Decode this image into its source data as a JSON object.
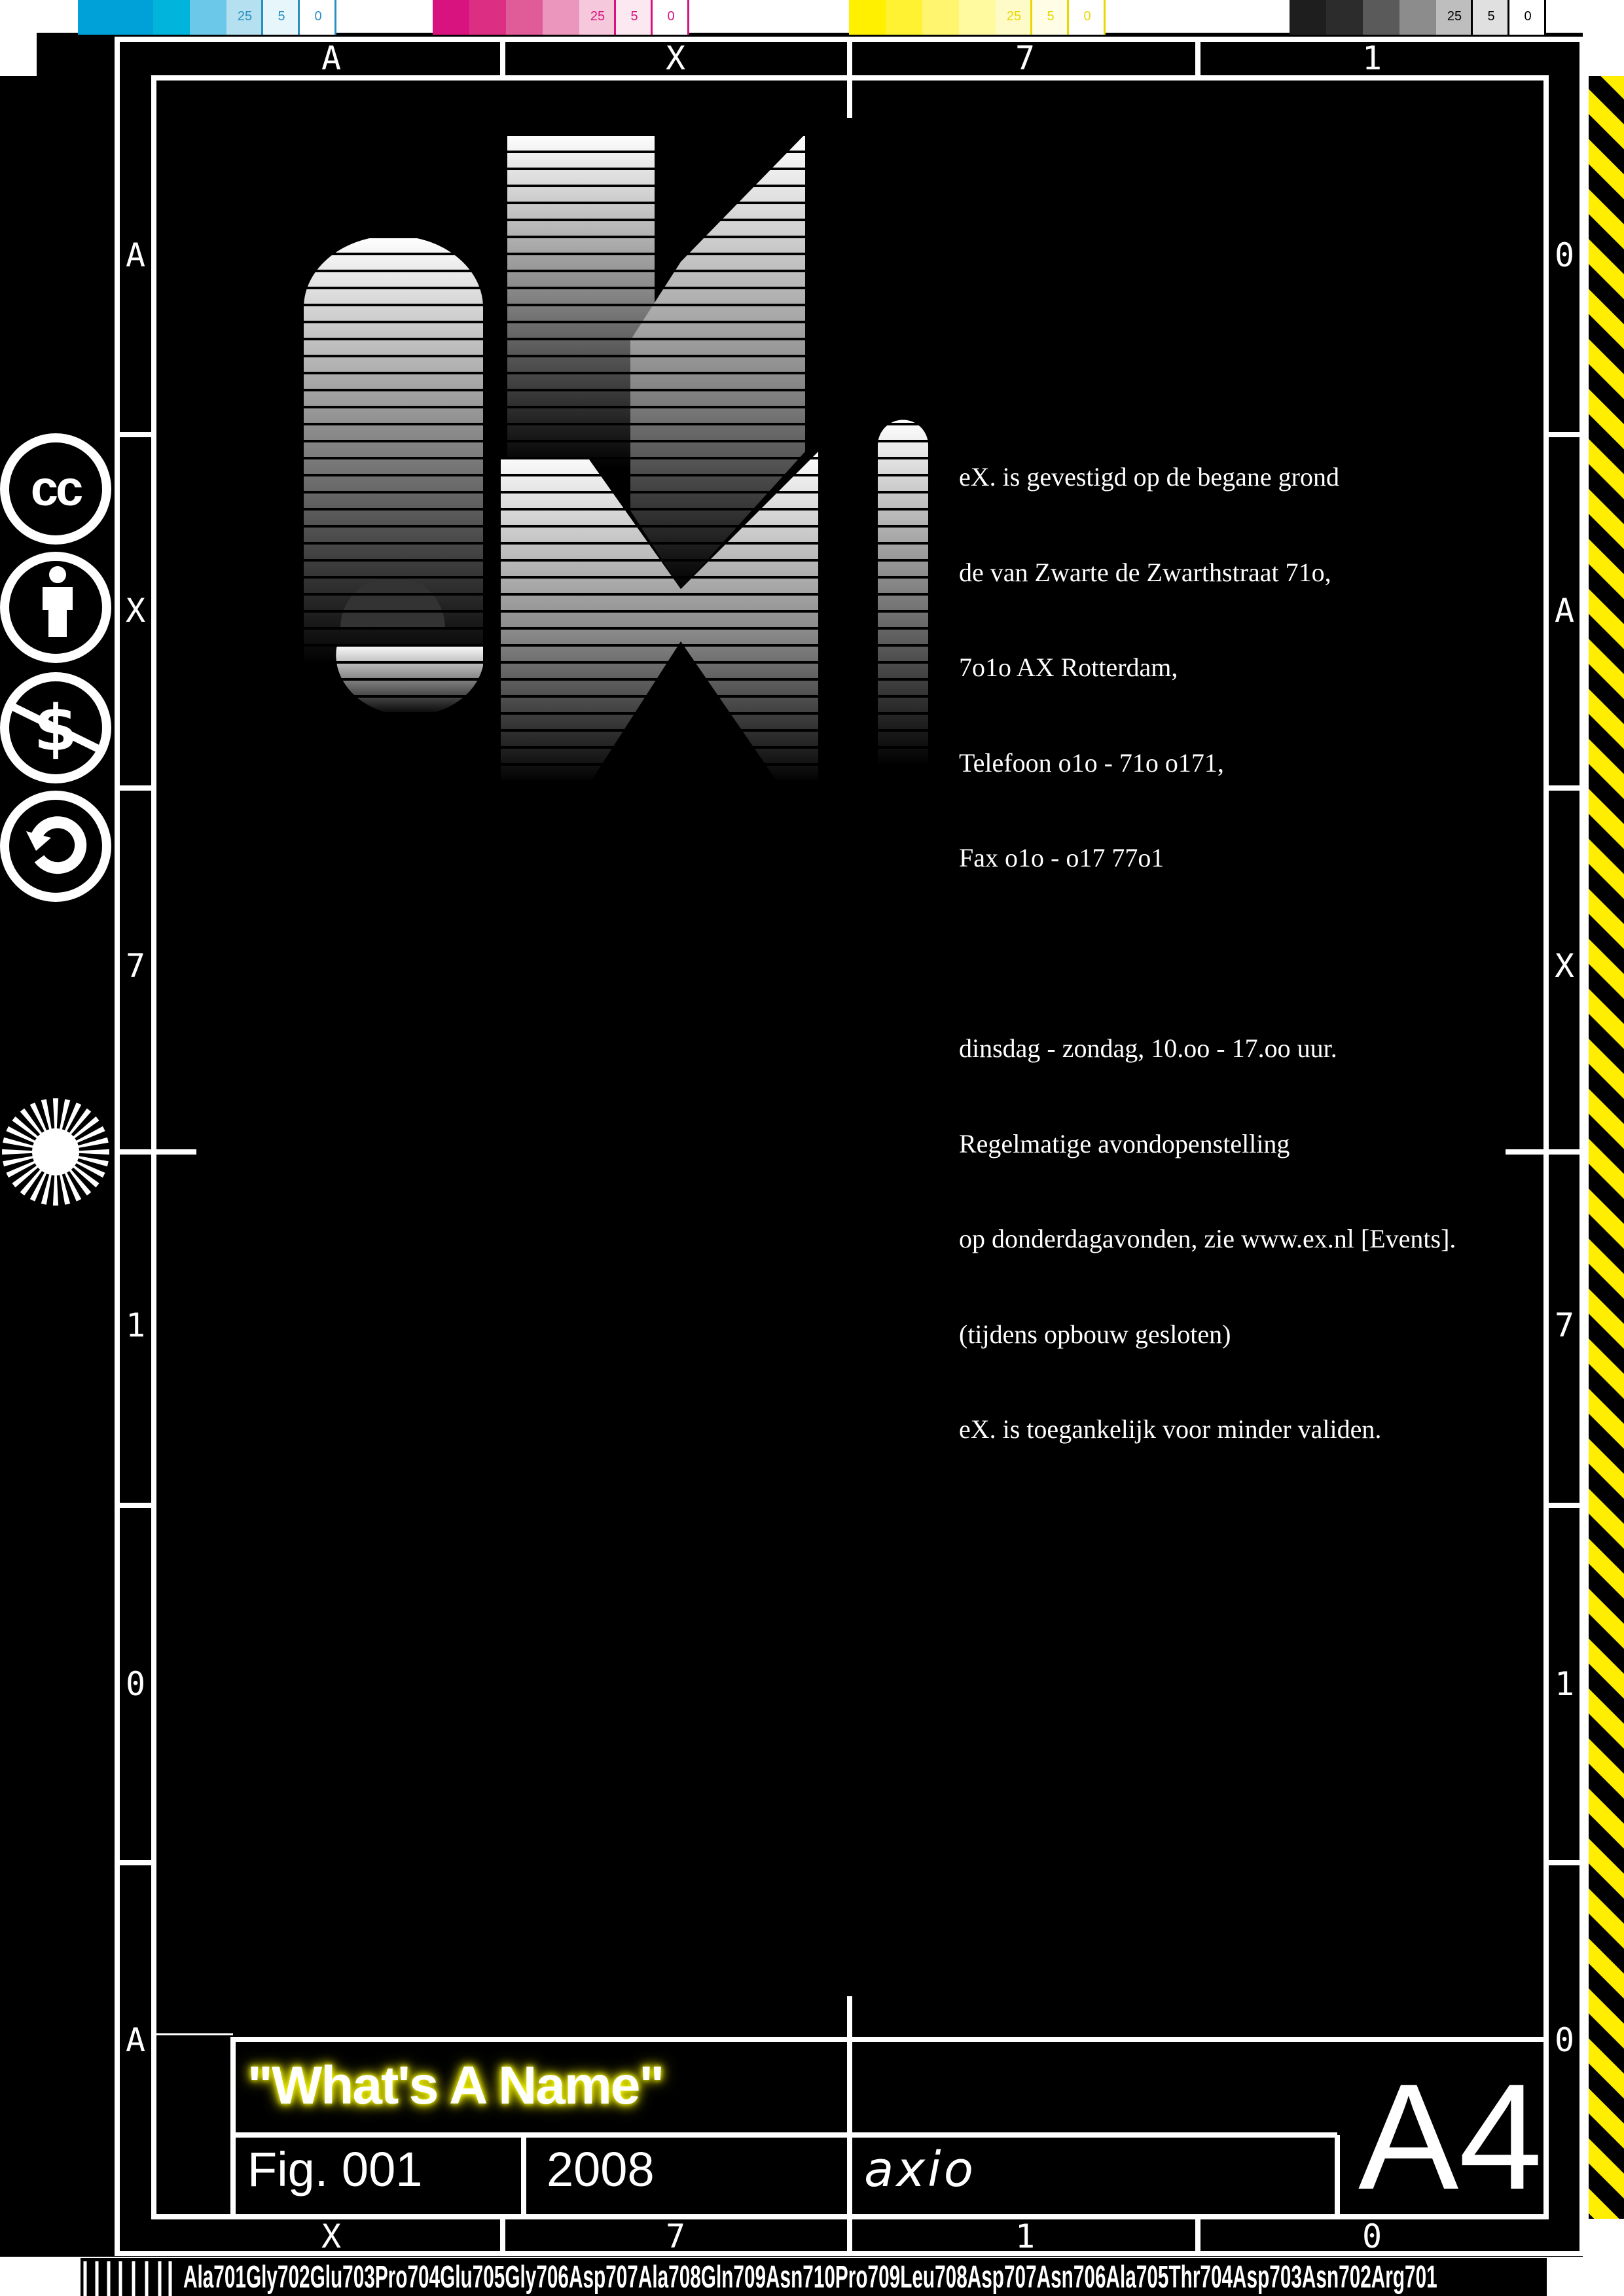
{
  "color_bar": {
    "groups": [
      {
        "name": "cyan",
        "swatches": [
          "#00a0d8",
          "#00b4dc",
          "#6cc8e8",
          "#b4e0f0",
          "#e6f6fb",
          "#ffffff"
        ],
        "labels": [
          "25",
          "5",
          "0"
        ],
        "label_color": "#2a8fc0"
      },
      {
        "name": "magenta",
        "swatches": [
          "#d8137f",
          "#dc2f84",
          "#e05c98",
          "#eb96bd",
          "#f6c8dc",
          "#fce8f0",
          "#ffffff"
        ],
        "labels": [
          "25",
          "5",
          "0"
        ],
        "label_color": "#d8137f"
      },
      {
        "name": "yellow",
        "swatches": [
          "#fff000",
          "#fff232",
          "#fff56e",
          "#fff9a0",
          "#fffbc8",
          "#fffde6",
          "#ffffff"
        ],
        "labels": [
          "25",
          "5",
          "0"
        ],
        "label_color": "#e8d800"
      },
      {
        "name": "black",
        "swatches": [
          "#1e1e1e",
          "#2c2c2c",
          "#5a5a5a",
          "#8c8c8c",
          "#bebebe",
          "#e0e0e0",
          "#ffffff"
        ],
        "labels": [
          "25",
          "5",
          "0"
        ],
        "label_color": "#000000"
      }
    ]
  },
  "frame": {
    "top_labels": [
      "A",
      "X",
      "7",
      "1"
    ],
    "bottom_labels": [
      "X",
      "7",
      "1",
      "0"
    ],
    "left_labels": [
      "A",
      "X",
      "7",
      "1",
      "0",
      "A"
    ],
    "right_labels": [
      "0",
      "A",
      "X",
      "7",
      "1",
      "0"
    ]
  },
  "license_icons": [
    "cc-icon",
    "by-attribution-icon",
    "noncommercial-icon",
    "share-alike-icon"
  ],
  "info": {
    "lines": [
      "eX. is gevestigd op de begane grond",
      "de van Zwarte de Zwarthstraat 71o,",
      "7o1o AX Rotterdam,",
      "Telefoon o1o - 71o o171,",
      "Fax o1o - o17 77o1",
      "",
      "dinsdag - zondag, 10.oo - 17.oo uur.",
      "Regelmatige avondopenstelling",
      "op donderdagavonden, zie www.ex.nl [Events].",
      "(tijdens opbouw gesloten)",
      "eX. is toegankelijk voor minder validen."
    ]
  },
  "logo_text": "eXi",
  "title_block": {
    "title": "\"What's A Name\"",
    "figure": "Fig. 001",
    "year": "2008",
    "signature": "axio",
    "format": "A4",
    "title_glow": "#ffff00"
  },
  "barcode": {
    "text": "Ala701Gly702Glu703Pro704Glu705Gly706Asp707Ala708Gln709Asn710Pro709Leu708Asp707Asn706Ala705Thr704Asp703Asn702Arg701"
  },
  "hazard_colors": [
    "#ffee00",
    "#000000"
  ]
}
